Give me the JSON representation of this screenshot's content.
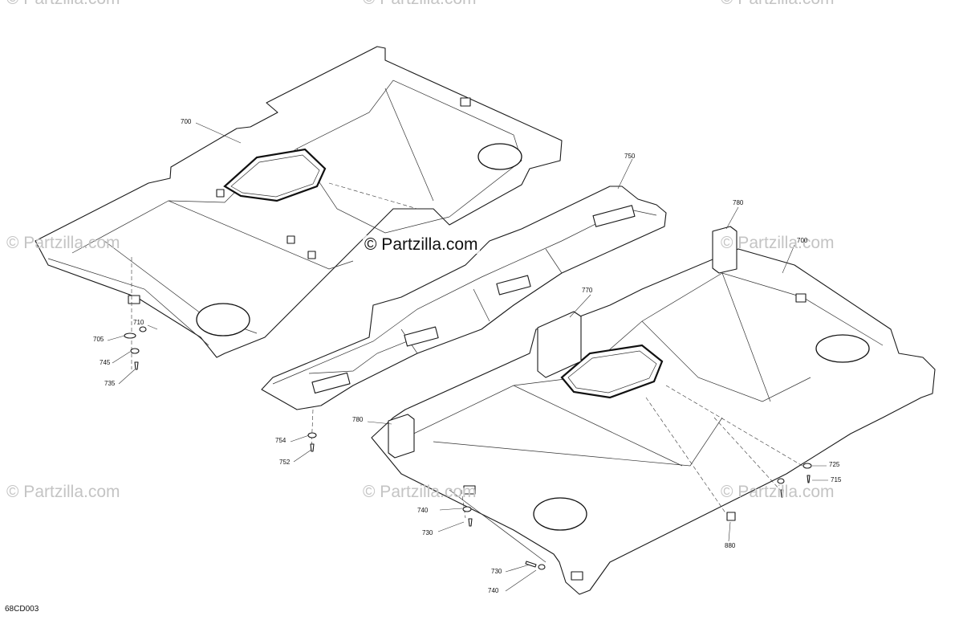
{
  "watermark": {
    "main": "© Partzilla.com",
    "faded": "© Partzilla.com"
  },
  "reference_code": "68CD003",
  "callouts": {
    "c700_left": "700",
    "c700_right": "700",
    "c705": "705",
    "c710": "710",
    "c745": "745",
    "c735": "735",
    "c750": "750",
    "c754": "754",
    "c752": "752",
    "c770": "770",
    "c780_top": "780",
    "c780_left": "780",
    "c725": "725",
    "c715": "715",
    "c740_mid": "740",
    "c730_mid": "730",
    "c880": "880",
    "c730_bottom": "730",
    "c740_bottom": "740"
  }
}
